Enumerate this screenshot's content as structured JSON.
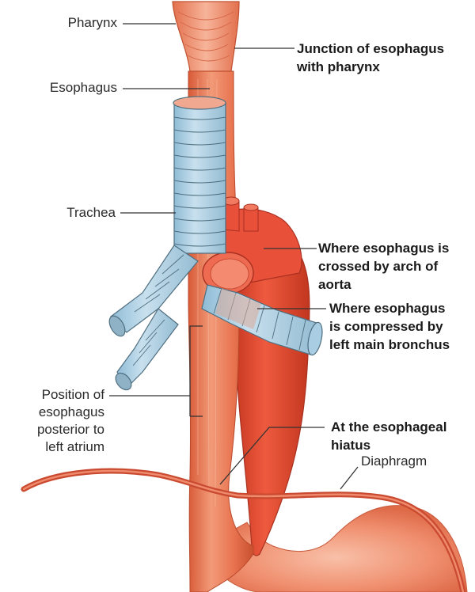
{
  "figure": {
    "title": "Esophagus constrictions and relations",
    "colors": {
      "esophagus": "#e8734f",
      "esophagus_dark": "#c9502f",
      "aorta": "#e2452e",
      "aorta_dark": "#b8321f",
      "trachea": "#a9cde2",
      "trachea_ring_line": "#4f6f80",
      "stomach": "#ef8c6e",
      "diaphragm": "#d8553a",
      "leader_line": "#333333",
      "text": "#222222"
    }
  },
  "labels": {
    "pharynx": "Pharynx",
    "esophagus": "Esophagus",
    "trachea": "Trachea",
    "position_left_atrium": "Position of\nesophagus\nposterior to\nleft atrium",
    "diaphragm": "Diaphragm"
  },
  "constrictions": {
    "junction": "Junction of esophagus\nwith pharynx",
    "aortic_arch": "Where esophagus is\ncrossed by arch of\naorta",
    "left_bronchus": "Where esophagus\nis compressed by\nleft main bronchus",
    "hiatus": "At the esophageal\nhiatus"
  }
}
